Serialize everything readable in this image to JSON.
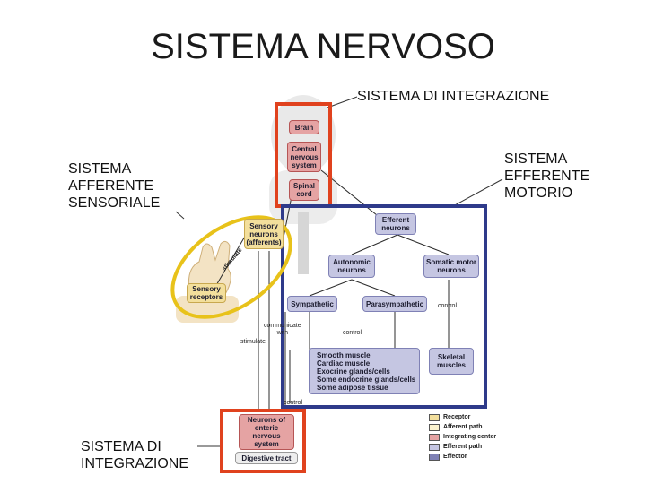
{
  "title": "SISTEMA NERVOSO",
  "labels": {
    "integration_top": "SISTEMA DI INTEGRAZIONE",
    "afferent": "SISTEMA\nAFFERENTE\nSENSORIALE",
    "efferent": "SISTEMA\nEFFERENTE\nMOTORIO",
    "integration_bottom": "SISTEMA DI\nINTEGRAZIONE"
  },
  "diagram": {
    "brain": "Brain",
    "cns": "Central\nnervous\nsystem",
    "spinal": "Spinal\ncord",
    "efferent_neurons": "Efferent\nneurons",
    "sensory_neurons": "Sensory\nneurons\n(afferents)",
    "sensory_receptors": "Sensory\nreceptors",
    "autonomic": "Autonomic\nneurons",
    "somatic": "Somatic motor\nneurons",
    "sympathetic": "Sympathetic",
    "parasympathetic": "Parasympathetic",
    "targets": "Smooth muscle\nCardiac muscle\nExocrine glands/cells\nSome endocrine glands/cells\nSome adipose tissue",
    "skeletal": "Skeletal\nmuscles",
    "enteric": "Neurons of\nenteric\nnervous\nsystem",
    "digestive": "Digestive tract",
    "stimulate_arc": "stimulate",
    "stimulate": "stimulate",
    "communicate": "communicate\nwith",
    "control1": "control",
    "control2": "control",
    "control3": "control"
  },
  "legend": [
    {
      "label": "Receptor",
      "color": "#f3df9c"
    },
    {
      "label": "Afferent path",
      "color": "#fbf3cf"
    },
    {
      "label": "Integrating center",
      "color": "#e5a3a3"
    },
    {
      "label": "Efferent path",
      "color": "#c5c6e2"
    },
    {
      "label": "Effector",
      "color": "#7f81b5"
    }
  ],
  "colors": {
    "integration_frame": "#e0421e",
    "efferent_frame": "#2e3a8a",
    "afferent_ellipse": "#e8c21a"
  }
}
